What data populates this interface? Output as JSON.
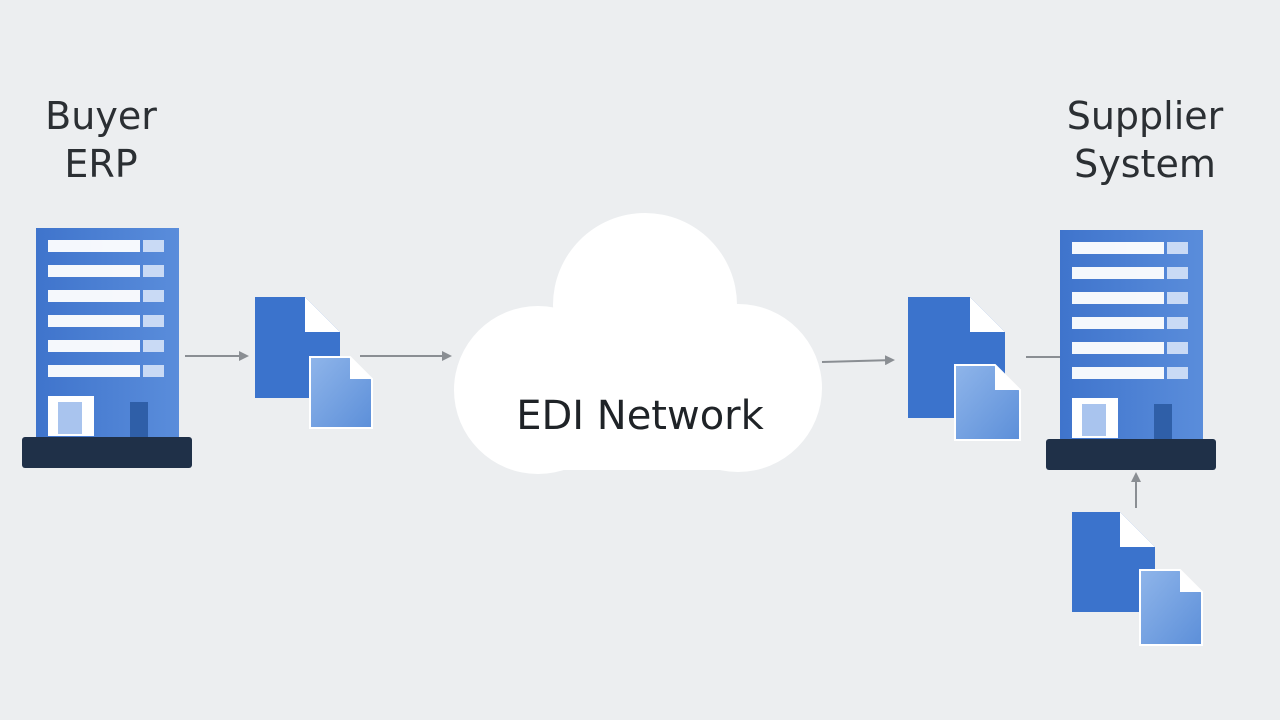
{
  "buyer": {
    "line1": "Buyer",
    "line2": "ERP"
  },
  "supplier": {
    "line1": "Supplier",
    "line2": "System"
  },
  "network": {
    "label": "EDI Network"
  },
  "colors": {
    "background": "#eceef0",
    "server_blue": "#4a7fd4",
    "server_dark": "#2f5fa8",
    "server_base": "#1f3048",
    "doc_blue": "#3b73cc",
    "doc_light": "#6f9ee0",
    "cloud": "#ffffff",
    "arrow": "#8a8e93"
  }
}
